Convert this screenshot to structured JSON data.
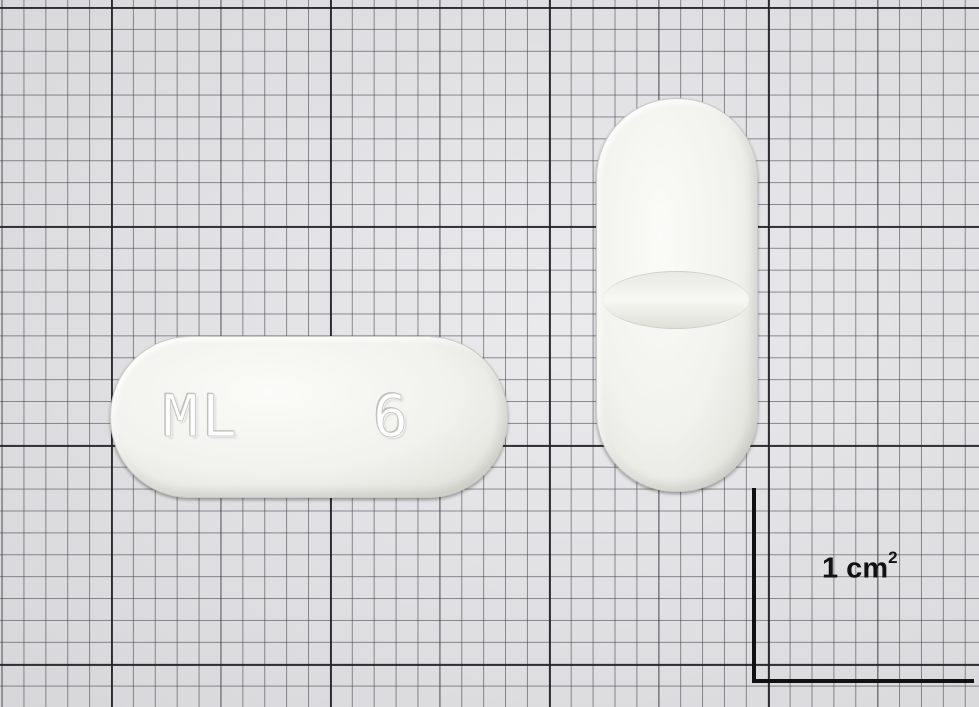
{
  "tablets": {
    "left": {
      "imprint_part1": "ML",
      "imprint_part2": "6"
    },
    "right": {
      "feature": "score-line"
    }
  },
  "scale": {
    "value": "1 cm",
    "exponent": "2"
  },
  "colors": {
    "paper": "#e4e4e7",
    "grid": "#1e1e22",
    "tablet": "#f1f1ed",
    "scale_bar": "#111111"
  }
}
